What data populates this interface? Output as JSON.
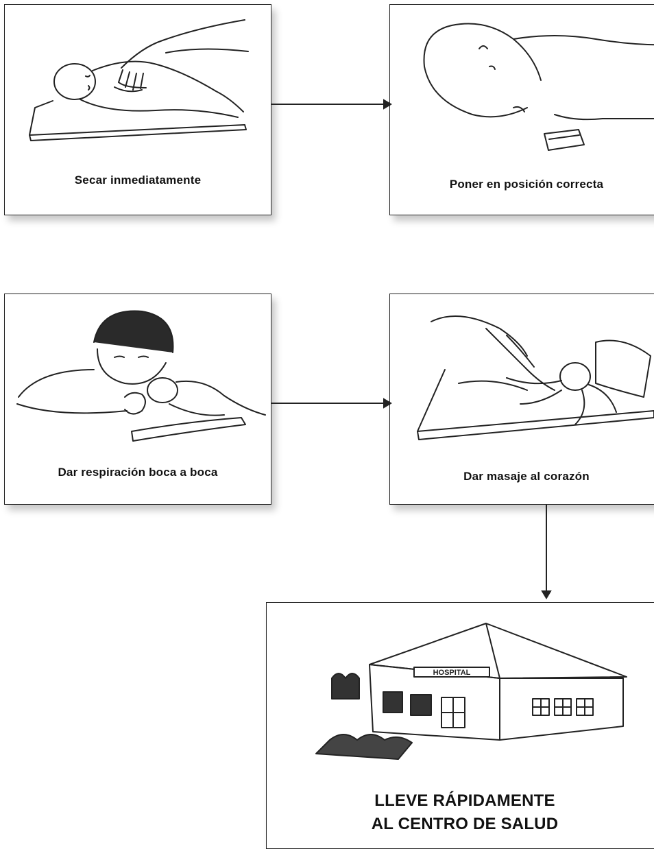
{
  "steps": [
    {
      "caption": "Secar inmediatamente",
      "icon": "drying-baby-icon"
    },
    {
      "caption": "Poner en posición correcta",
      "icon": "baby-head-position-icon"
    },
    {
      "caption": "Dar respiración boca a boca",
      "icon": "mouth-to-mouth-icon"
    },
    {
      "caption": "Dar masaje al corazón",
      "icon": "heart-massage-icon"
    }
  ],
  "final": {
    "line1": "LLEVE RÁPIDAMENTE",
    "line2": "AL CENTRO DE SALUD",
    "sign": "HOSPITAL",
    "icon": "hospital-building-icon"
  },
  "colors": {
    "ink": "#222222",
    "border": "#222222"
  }
}
